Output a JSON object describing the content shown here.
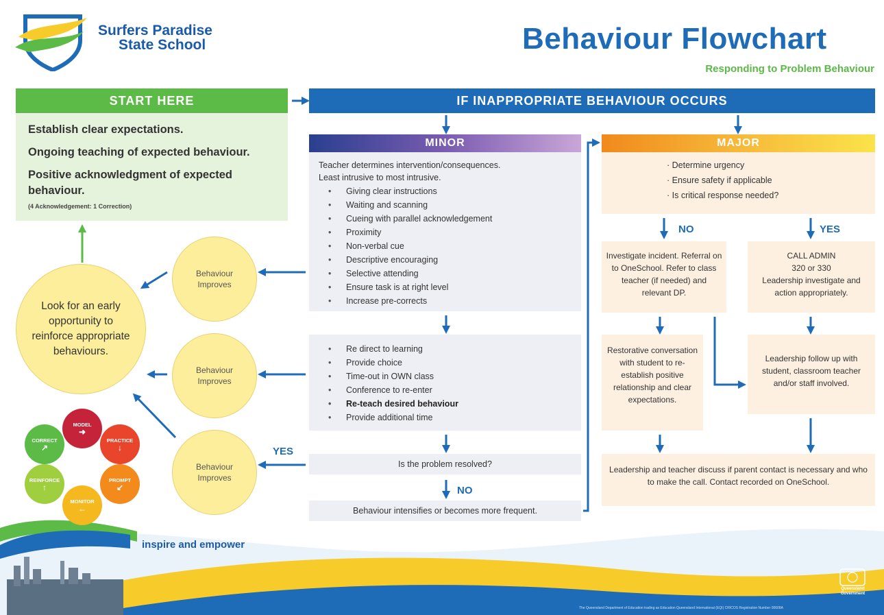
{
  "header": {
    "school_line1": "Surfers Paradise",
    "school_line2": "State School",
    "title": "Behaviour Flowchart",
    "subtitle": "Responding to Problem Behaviour"
  },
  "start": {
    "header": "START HERE",
    "lines": [
      "Establish clear expectations.",
      "Ongoing teaching of expected behaviour.",
      "Positive acknowledgment of expected behaviour."
    ],
    "ratio_note": "(4 Acknowledgement: 1 Correction)"
  },
  "inappropriate_bar": "IF INAPPROPRIATE BEHAVIOUR OCCURS",
  "minor": {
    "header": "MINOR",
    "intro1": "Teacher determines intervention/consequences.",
    "intro2": "Least intrusive to most intrusive.",
    "list1": [
      "Giving clear instructions",
      "Waiting and scanning",
      "Cueing with parallel acknowledgement",
      "Proximity",
      "Non-verbal cue",
      "Descriptive encouraging",
      "Selective attending",
      "Ensure task is at right level",
      "Increase pre-corrects"
    ],
    "list2": [
      "Re direct to learning",
      "Provide choice",
      "Time-out in OWN class",
      "Conference to re-enter",
      "Re-teach desired behaviour",
      "Provide additional time"
    ],
    "resolved_question": "Is the problem resolved?",
    "yes_label": "YES",
    "no_label": "NO",
    "intensifies": "Behaviour intensifies or becomes more frequent."
  },
  "major": {
    "header": "MAJOR",
    "checks": [
      "· Determine urgency",
      "· Ensure safety if applicable",
      "· Is critical response needed?"
    ],
    "no_label": "NO",
    "yes_label": "YES",
    "no_box": "Investigate incident. Referral on to OneSchool. Refer to class teacher (if needed) and relevant DP.",
    "yes_box_title": "CALL ADMIN",
    "yes_box_numbers": "320 or 330",
    "yes_box_text": "Leadership investigate and action appropriately.",
    "restorative": "Restorative conversation with student to re-establish positive relationship and clear expectations.",
    "leadership_follow": "Leadership follow up with student, classroom teacher and/or staff involved.",
    "discuss": "Leadership and teacher discuss if parent contact is necessary and who to make the call. Contact recorded on OneSchool."
  },
  "circles": {
    "big": "Look for an early opportunity to reinforce appropriate behaviours.",
    "improves": "Behaviour Improves"
  },
  "cycle": {
    "model": "MODEL",
    "practice": "PRACTICE",
    "prompt": "PROMPT",
    "monitor": "MONITOR",
    "reinforce": "REINFORCE",
    "correct": "CORRECT"
  },
  "footer": {
    "tagline": "inspire and empower",
    "small_print": "The Queensland Department of Education trading as Education Queensland International (EQI) CRICOS Registration Number 00608A",
    "gov_label": "Queensland Government"
  },
  "colors": {
    "blue": "#1e6bb8",
    "green": "#5cbb47",
    "orange": "#f08a1c",
    "yellow_circle": "#fdee9c",
    "minor_panel": "#eeeef5",
    "major_panel": "#fdf0e1"
  }
}
